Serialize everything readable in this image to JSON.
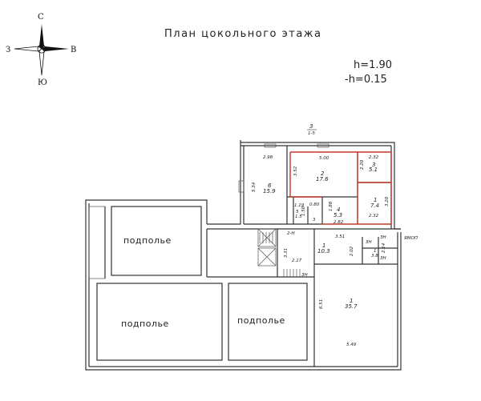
{
  "title": "План цокольного этажа",
  "heights": [
    "h=1.90",
    "-h=0.15"
  ],
  "compass": {
    "north": "С",
    "south": "Ю",
    "west": "З",
    "east": "В"
  },
  "section_mark": {
    "top": "3",
    "bottom": "1-5"
  },
  "labels": {
    "podpolye": "подполье",
    "imop": "ЯМОП",
    "sh": "ЗН",
    "room_3": "3",
    "room_2_1": "2-Н"
  },
  "rooms": [
    {
      "id": "r-top-left",
      "num": "6",
      "area": "15.9"
    },
    {
      "id": "r-top-mid",
      "num": "2",
      "area": "17.6"
    },
    {
      "id": "r-top-right-small",
      "num": "3",
      "area": "5.1"
    },
    {
      "id": "r-right-mid",
      "num": "1",
      "area": "7.4"
    },
    {
      "id": "r-mid-small",
      "num": "4",
      "area": "5.3"
    },
    {
      "id": "r-closet",
      "num": "5",
      "area": "1.5"
    },
    {
      "id": "r-center",
      "num": "1",
      "area": "10.3"
    },
    {
      "id": "r-wc",
      "num": "1",
      "area": "3.8"
    },
    {
      "id": "r-big",
      "num": "1",
      "area": "35.7"
    }
  ],
  "dims": {
    "d_2_98": "2.98",
    "d_5_00": "5.00",
    "d_2_32a": "2.32",
    "d_2_20": "2.20",
    "d_3_52": "3.52",
    "d_5_34": "5.34",
    "d_3_20": "3.20",
    "d_1_88": "1.88",
    "d_0_80": "0.80",
    "d_1_19": "1.19",
    "d_1_50": "1.50",
    "d_2_82": "2.82",
    "d_2_32b": "2.32",
    "d_3_51": "3.51",
    "d_2_02": "2.02",
    "d_2_14": "2.14",
    "d_3_31": "3.31",
    "d_2_17": "2.17",
    "d_6_51": "6.51",
    "d_5_49": "5.49"
  }
}
